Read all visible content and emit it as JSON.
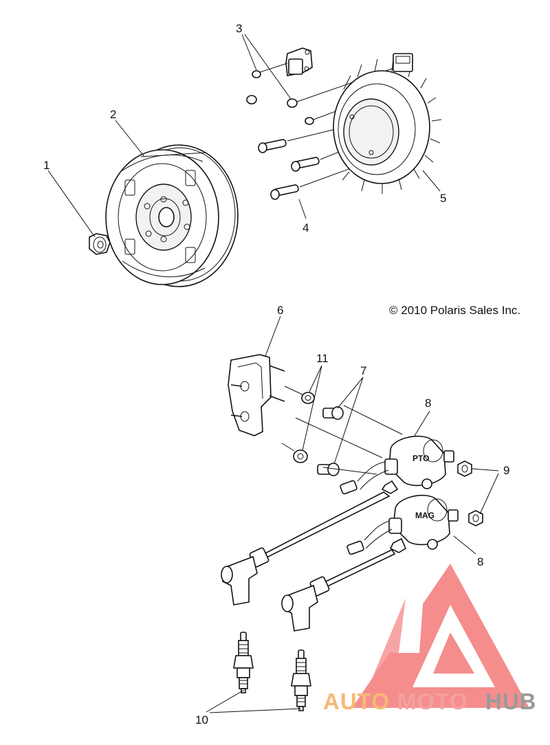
{
  "copyright": "© 2010 Polaris Sales Inc.",
  "callouts": {
    "c1": "1",
    "c2": "2",
    "c3": "3",
    "c4": "4",
    "c5": "5",
    "c6": "6",
    "c7": "7",
    "c8a": "8",
    "c8b": "8",
    "c9": "9",
    "c10": "10",
    "c11": "11"
  },
  "coil_labels": {
    "pto": "PTO",
    "mag": "MAG"
  },
  "watermark": {
    "part1": "AUTO",
    "part2": "MOTO",
    "part3": "HUB",
    "color_auto": "#f5b976",
    "color_moto": "#f4a0a0",
    "color_hub": "#9a9a9a",
    "logo_color": "#f47a7a"
  }
}
